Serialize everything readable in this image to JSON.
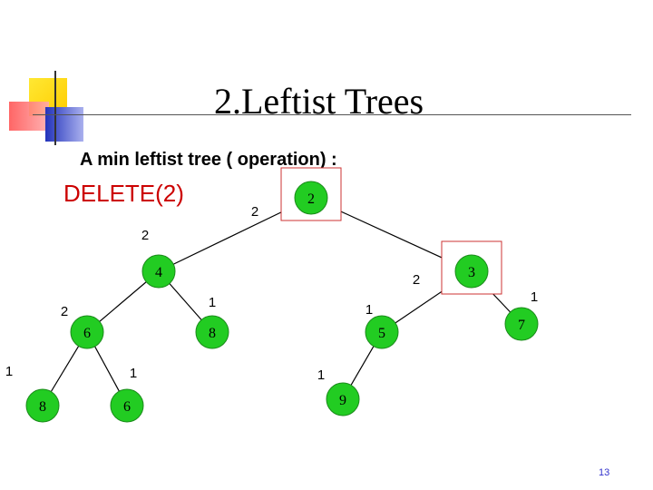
{
  "slide": {
    "title": "2.Leftist Trees",
    "subtitle": "A min leftist tree ( operation) :",
    "operation": "DELETE(2)",
    "page_number": "13"
  },
  "colors": {
    "node_fill": "#22cc22",
    "highlight_box": "#cc3333",
    "operation_text": "#cc0000",
    "page_number": "#3333cc",
    "deco_yellow": "#ffdd00",
    "deco_red": "#ff6666",
    "deco_blue": "#3344cc"
  },
  "tree": {
    "nodes": [
      {
        "id": "n2top",
        "key": "2",
        "npl": "2",
        "highlighted": true
      },
      {
        "id": "n4",
        "key": "4",
        "npl": "2"
      },
      {
        "id": "n3",
        "key": "3",
        "npl": "2",
        "highlighted": true
      },
      {
        "id": "n6a",
        "key": "6",
        "npl": "2"
      },
      {
        "id": "n8a",
        "key": "8",
        "npl": "1"
      },
      {
        "id": "n5",
        "key": "5",
        "npl": "1"
      },
      {
        "id": "n7",
        "key": "7",
        "npl": "1"
      },
      {
        "id": "n8b",
        "key": "8",
        "npl": "1"
      },
      {
        "id": "n6b",
        "key": "6",
        "npl": "1"
      },
      {
        "id": "n9",
        "key": "9",
        "npl": "1"
      }
    ],
    "edges": [
      [
        "n2top",
        "n4"
      ],
      [
        "n2top",
        "n3"
      ],
      [
        "n4",
        "n6a"
      ],
      [
        "n4",
        "n8a"
      ],
      [
        "n3",
        "n5"
      ],
      [
        "n3",
        "n7"
      ],
      [
        "n6a",
        "n8b"
      ],
      [
        "n6a",
        "n6b"
      ],
      [
        "n5",
        "n9"
      ]
    ]
  }
}
